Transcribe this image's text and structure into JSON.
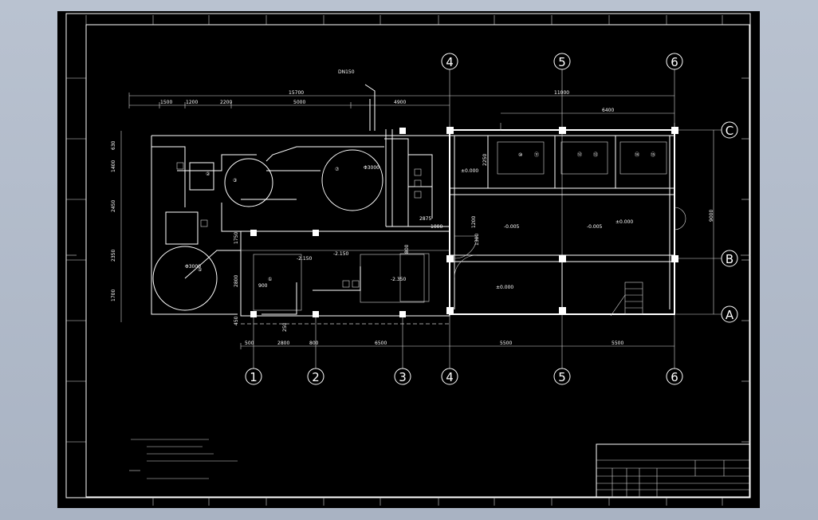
{
  "axes": {
    "numeric_top": [
      "4",
      "5",
      "6"
    ],
    "numeric_bottom": [
      "1",
      "2",
      "3",
      "4",
      "5",
      "6"
    ],
    "letters": [
      "C",
      "B",
      "A"
    ]
  },
  "dimensions": {
    "top_overall": "15700",
    "top_right": "11000",
    "top_segments": [
      "1500",
      "1200",
      "2200",
      "5000",
      "4900"
    ],
    "top_right_inner": "6400",
    "bottom_segments": [
      "500",
      "2800",
      "800",
      "6500",
      "5500",
      "5500"
    ],
    "left_segments": [
      "630",
      "1400",
      "2450",
      "2350",
      "1700",
      "450"
    ],
    "right_overall": "9000",
    "inner_2875": "2875",
    "inner_1750": "1750",
    "inner_1000": "1000",
    "inner_2250": "2250",
    "inner_1300": "1300",
    "inner_2800": "2800",
    "inner_900": "900",
    "inner_800": "800",
    "inner_250": "250",
    "inner_1200": "1200"
  },
  "elevations": {
    "room_level": "±0.000",
    "sump": "-2.150",
    "pit": "-2.350",
    "floor_a": "-0.005",
    "floor_b": "-0.005"
  },
  "equipment_labels": [
    "①",
    "②",
    "③",
    "⑤",
    "⑦",
    "⑩",
    "⑪",
    "⑫",
    "⑬",
    "⑭",
    "⑮"
  ],
  "tank_labels": {
    "tank_7": "Φ3000",
    "tank_5": "Φ3000"
  },
  "pipe_label_top": "DN150"
}
